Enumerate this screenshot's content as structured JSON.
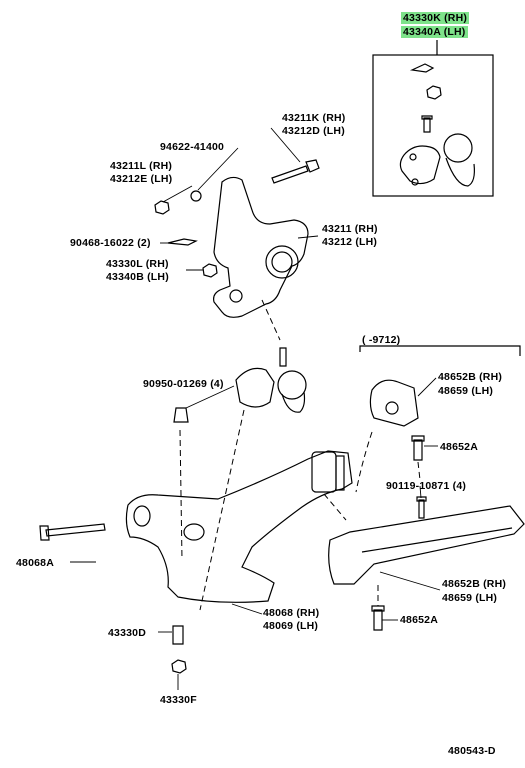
{
  "highlighted_part": {
    "line1": "43330K (RH)",
    "line2": "43340A (LH)"
  },
  "labels": {
    "p94622": "94622-41400",
    "p43211k_rh": "43211K (RH)",
    "p43212d_lh": "43212D (LH)",
    "p43211l_rh": "43211L (RH)",
    "p43212e_lh": "43212E (LH)",
    "p90468": "90468-16022 (2)",
    "p43211_rh": "43211 (RH)",
    "p43212_lh": "43212 (LH)",
    "p43330l_rh": "43330L (RH)",
    "p43340b_lh": "43340B (LH)",
    "range": "(        -9712)",
    "p90950": "90950-01269 (4)",
    "p48652b_rh_top": "48652B (RH)",
    "p48659_lh_top": "48659   (LH)",
    "p48652a_top": "48652A",
    "p90119": "90119-10871 (4)",
    "p48068a": "48068A",
    "p48652b_rh_bot": "48652B (RH)",
    "p48659_lh_bot": "48659   (LH)",
    "p48068_rh": "48068 (RH)",
    "p48069_lh": "48069 (LH)",
    "p48652a_bot": "48652A",
    "p43330d": "43330D",
    "p43330f": "43330F",
    "figure_code": "480543-D"
  }
}
